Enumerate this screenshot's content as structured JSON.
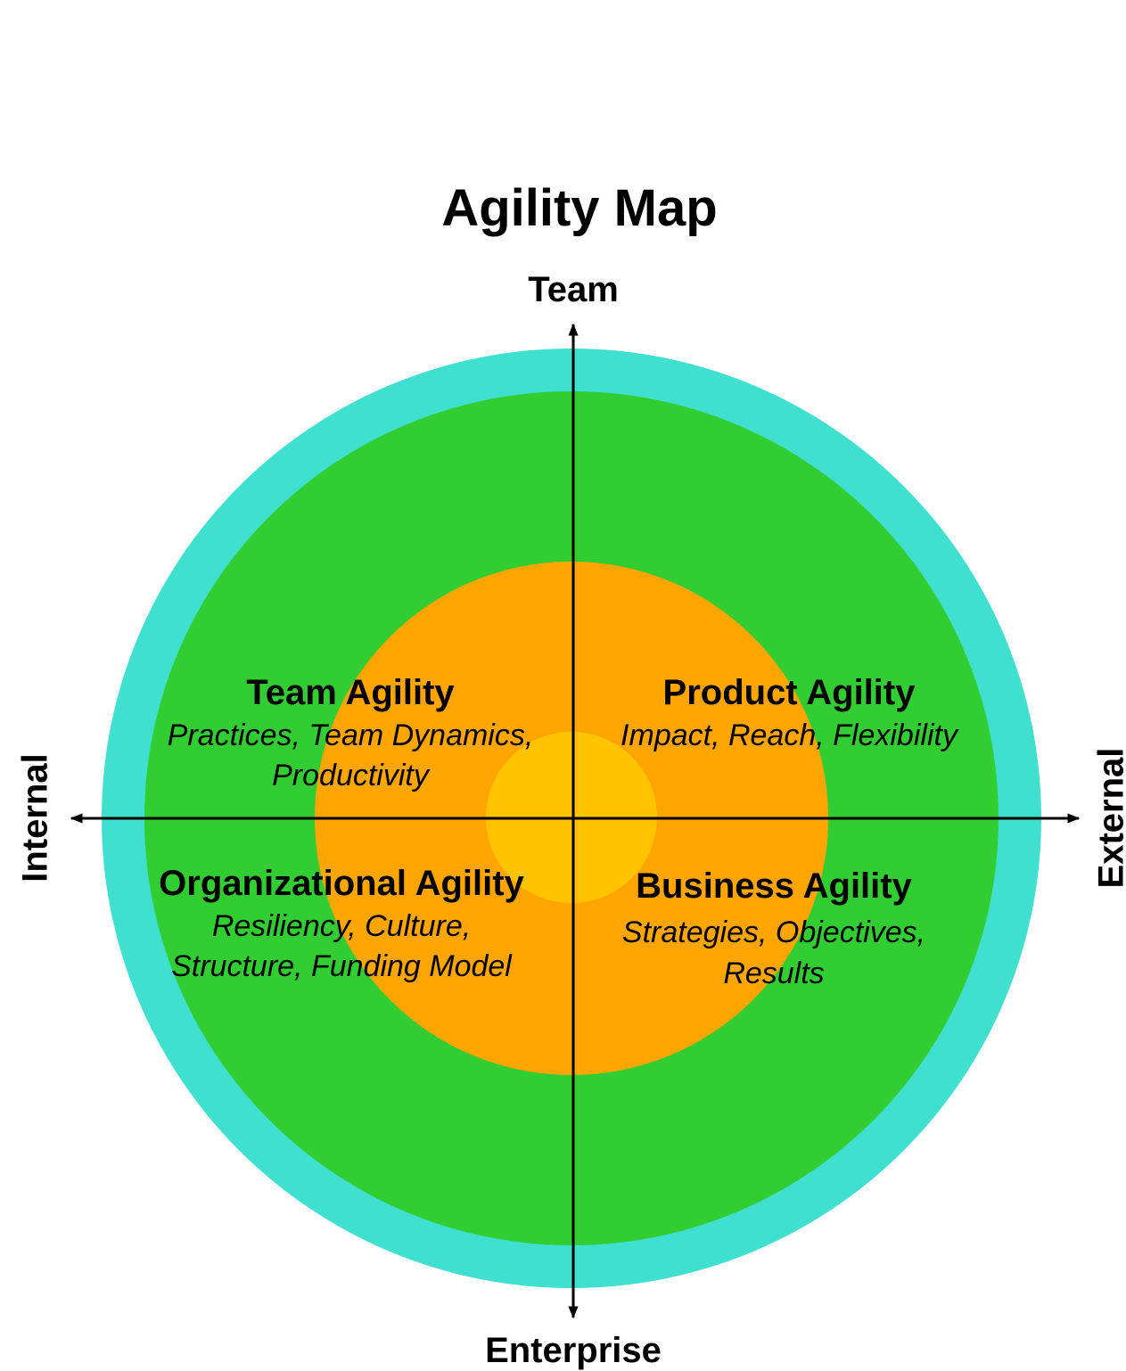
{
  "title": "Agility Map",
  "axes": {
    "top": "Team",
    "bottom": "Enterprise",
    "left": "Internal",
    "right": "External"
  },
  "rings": {
    "outer_color": "#40E0D0",
    "second_color": "#32CD32",
    "third_color": "#FFA500",
    "core_color": "#FFC300"
  },
  "quadrants": [
    {
      "title": "Team Agility",
      "line1": "Practices, Team Dynamics,",
      "line2": "Productivity"
    },
    {
      "title": "Product Agility",
      "line1": "Impact, Reach, Flexibility",
      "line2": ""
    },
    {
      "title": "Organizational Agility",
      "line1": "Resiliency, Culture,",
      "line2": "Structure, Funding Model"
    },
    {
      "title": "Business Agility",
      "line1": "Strategies, Objectives,",
      "line2": "Results"
    }
  ]
}
